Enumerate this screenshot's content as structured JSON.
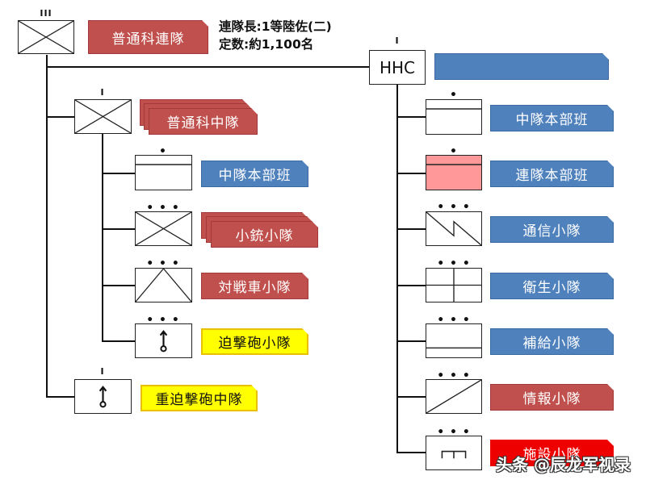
{
  "regiment": {
    "echelon": "III",
    "label": "普通科連隊",
    "info": [
      "連隊長:1等陸佐(二)",
      "定数:約1,100名"
    ]
  },
  "infantry_company": {
    "echelon": "I",
    "label": "普通科中隊",
    "platoons": [
      {
        "dots": "•",
        "symbol": "headquarters",
        "label": "中隊本部班",
        "color": "blue"
      },
      {
        "dots": "• • •",
        "symbol": "infantry",
        "label": "小銃小隊",
        "color": "red",
        "multiple": true
      },
      {
        "dots": "• • •",
        "symbol": "antitank",
        "label": "対戦車小隊",
        "color": "red"
      },
      {
        "dots": "• • •",
        "symbol": "mortar",
        "label": "迫撃砲小隊",
        "color": "yellow"
      }
    ]
  },
  "heavy_mortar_company": {
    "echelon": "I",
    "symbol": "mortar",
    "label": "重迫撃砲中隊",
    "color": "yellow"
  },
  "hhc": {
    "echelon": "I",
    "text": "HHC",
    "label": "",
    "platoons": [
      {
        "dots": "•",
        "symbol": "headquarters",
        "label": "中隊本部班",
        "color": "blue"
      },
      {
        "dots": "•",
        "symbol": "headquarters",
        "label": "連隊本部班",
        "color": "blue",
        "highlight": "#ff9999"
      },
      {
        "dots": "• • •",
        "symbol": "signal",
        "label": "通信小隊",
        "color": "blue"
      },
      {
        "dots": "• • •",
        "symbol": "medical",
        "label": "衛生小隊",
        "color": "blue"
      },
      {
        "dots": "• • •",
        "symbol": "supply",
        "label": "補給小隊",
        "color": "blue"
      },
      {
        "dots": "• • •",
        "symbol": "intelligence",
        "label": "情報小隊",
        "color": "red"
      },
      {
        "dots": "• • •",
        "symbol": "engineer",
        "label": "施設小隊",
        "color": "bright-red"
      }
    ]
  },
  "colors": {
    "red": "#c0504d",
    "blue": "#4f81bd",
    "yellow": "#ffff00",
    "bright_red": "#ee0000",
    "hq_highlight": "#ff9999"
  },
  "watermark": "头条 @辰龙军视录"
}
